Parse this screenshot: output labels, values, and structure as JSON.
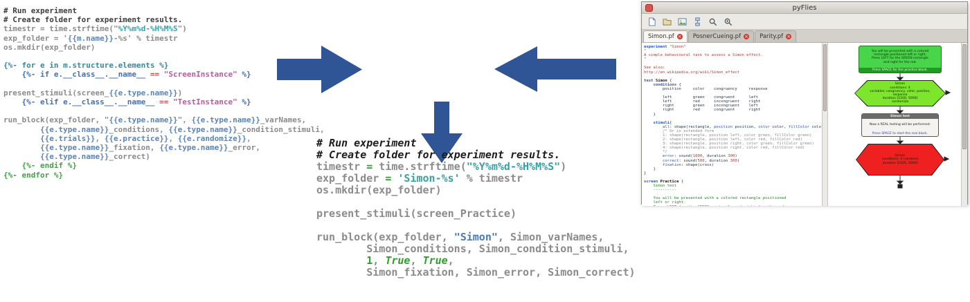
{
  "arrows": {
    "color": "#2f5597"
  },
  "left_template": {
    "lines": [
      [
        [
          "cm",
          "# Run experiment"
        ]
      ],
      [
        [
          "cm",
          "# Create folder for experiment results."
        ]
      ],
      [
        [
          "g",
          "timestr = time.strftime(\""
        ],
        [
          "tl",
          "%Y%m%d-%H%M%S"
        ],
        [
          "g",
          "\")"
        ]
      ],
      [
        [
          "g",
          "exp_folder = '"
        ],
        [
          "b",
          "{{m.name}}"
        ],
        [
          "g",
          "-%s' % timestr"
        ]
      ],
      [
        [
          "g",
          "os.mkdir(exp_folder)"
        ]
      ],
      [],
      [
        [
          "fo",
          "{%- for e in m.structure.elements %}"
        ]
      ],
      [
        [
          "st",
          "    {%- if e.__class__.__name__ "
        ],
        [
          "op",
          "=="
        ],
        [
          "st",
          " "
        ],
        [
          "s",
          "\"ScreenInstance\""
        ],
        [
          "st",
          " %}"
        ]
      ],
      [],
      [
        [
          "g",
          "present_stimuli(screen_"
        ],
        [
          "b",
          "{{e.type.name}}"
        ],
        [
          "g",
          ")"
        ]
      ],
      [
        [
          "st",
          "    {%- elif e.__class__.__name__ "
        ],
        [
          "op",
          "=="
        ],
        [
          "st",
          " "
        ],
        [
          "s",
          "\"TestInstance\""
        ],
        [
          "st",
          " %}"
        ]
      ],
      [],
      [
        [
          "g",
          "run_block(exp_folder, \""
        ],
        [
          "b",
          "{{e.type.name}}"
        ],
        [
          "g",
          "\", "
        ],
        [
          "b",
          "{{e.type.name}}"
        ],
        [
          "g",
          "_varNames,"
        ]
      ],
      [
        [
          "g",
          "        "
        ],
        [
          "b",
          "{{e.type.name}}"
        ],
        [
          "g",
          "_conditions, "
        ],
        [
          "b",
          "{{e.type.name}}"
        ],
        [
          "g",
          "_condition_stimuli,"
        ]
      ],
      [
        [
          "g",
          "        "
        ],
        [
          "b",
          "{{e.trials}}"
        ],
        [
          "g",
          ", "
        ],
        [
          "b",
          "{{e.practice}}"
        ],
        [
          "g",
          ", "
        ],
        [
          "b",
          "{{e.randomize}}"
        ],
        [
          "g",
          ","
        ]
      ],
      [
        [
          "g",
          "        "
        ],
        [
          "b",
          "{{e.type.name}}"
        ],
        [
          "g",
          "_fixation, "
        ],
        [
          "b",
          "{{e.type.name}}"
        ],
        [
          "g",
          "_error,"
        ]
      ],
      [
        [
          "g",
          "        "
        ],
        [
          "b",
          "{{e.type.name}}"
        ],
        [
          "g",
          "_correct)"
        ]
      ],
      [
        [
          "gr",
          "    {%- endif %}"
        ]
      ],
      [
        [
          "gr",
          "{%- endfor %}"
        ]
      ]
    ]
  },
  "rendered_code": {
    "lines": [
      [
        [
          "cmI",
          "# Run experiment"
        ]
      ],
      [
        [
          "cmI",
          "# Create folder for experiment results."
        ]
      ],
      [
        [
          "g",
          "timestr "
        ],
        [
          "grb",
          "="
        ],
        [
          "g",
          " time.strftime("
        ],
        [
          "tl",
          "\"%Y%m%d-%H%M%S\""
        ],
        [
          "g",
          ")"
        ]
      ],
      [
        [
          "g",
          "exp_folder "
        ],
        [
          "grb",
          "="
        ],
        [
          "g",
          " "
        ],
        [
          "tl",
          "'Simon-%s'"
        ],
        [
          "g",
          " % timestr"
        ]
      ],
      [
        [
          "g",
          "os.mkdir(exp_folder)"
        ]
      ],
      [],
      [
        [
          "g",
          "present_stimuli(screen_Practice)"
        ]
      ],
      [],
      [
        [
          "g",
          "run_block(exp_folder, "
        ],
        [
          "bb",
          "\"Simon\""
        ],
        [
          "g",
          ", Simon_varNames,"
        ]
      ],
      [
        [
          "g",
          "        Simon_conditions, Simon_condition_stimuli,"
        ]
      ],
      [
        [
          "g",
          "        "
        ],
        [
          "grb",
          "1"
        ],
        [
          "g",
          ", "
        ],
        [
          "gri",
          "True"
        ],
        [
          "g",
          ", "
        ],
        [
          "gri",
          "True"
        ],
        [
          "g",
          ","
        ]
      ],
      [
        [
          "g",
          "        Simon_fixation, Simon_error, Simon_correct)"
        ]
      ]
    ]
  },
  "app": {
    "window_title": "pyFlies",
    "toolbar_icons": [
      "new-file",
      "open-folder",
      "export-image",
      "diagram-view",
      "search",
      "zoom"
    ],
    "tabs": [
      {
        "label": "Simon.pf"
      },
      {
        "label": "PosnerCueing.pf"
      },
      {
        "label": "Parity.pf"
      }
    ],
    "editor": {
      "lines": [
        [
          [
            "kw",
            "experiment"
          ],
          [
            "pl",
            " "
          ],
          [
            "str",
            "\"Simon\""
          ]
        ],
        [
          [
            "str",
            "\""
          ]
        ],
        [
          [
            "str",
            "A simple behavioural task to assess a Simon effect."
          ]
        ],
        [
          [
            "str",
            "\""
          ]
        ],
        [],
        [
          [
            "str",
            "See also:"
          ]
        ],
        [
          [
            "str",
            "http://en.wikipedia.org/wiki/Simon_effect"
          ]
        ],
        [],
        [
          [
            "kw",
            "test"
          ],
          [
            "plb",
            " Simon"
          ],
          [
            "pl",
            " {"
          ]
        ],
        [
          [
            "pl",
            "    "
          ],
          [
            "kw",
            "conditions"
          ],
          [
            "pl",
            " {"
          ]
        ],
        [
          [
            "pl",
            "        position     color    congruency     response"
          ]
        ],
        [],
        [
          [
            "pl",
            "        left         green    congruent      left"
          ]
        ],
        [
          [
            "pl",
            "        left         red      incongruent    right"
          ]
        ],
        [
          [
            "pl",
            "        right        green    incongruent    left"
          ]
        ],
        [
          [
            "pl",
            "        right        red      congruent      right"
          ]
        ],
        [
          [
            "pl",
            "    }"
          ]
        ],
        [],
        [
          [
            "pl",
            "    "
          ],
          [
            "kw",
            "stimuli"
          ],
          [
            "pl",
            "{"
          ]
        ],
        [
          [
            "pl",
            "        "
          ],
          [
            "kw2",
            "all"
          ],
          [
            "pl",
            ": shape(rectangle, "
          ],
          [
            "kw2",
            "position"
          ],
          [
            "pl",
            " position, "
          ],
          [
            "kw2",
            "color"
          ],
          [
            "pl",
            " color, "
          ],
          [
            "kw2",
            "fillColor"
          ],
          [
            "pl",
            " color)"
          ]
        ],
        [
          [
            "cmt",
            "        /* Or in extended form"
          ]
        ],
        [
          [
            "cmt",
            "        1: shape(rectangle, position left, color green, fillColor green)"
          ]
        ],
        [
          [
            "cmt",
            "        2: shape(rectangle, position left, color red, fillColor red)"
          ]
        ],
        [
          [
            "cmt",
            "        3: shape(rectangle, position right, color green, fillColor green)"
          ]
        ],
        [
          [
            "cmt",
            "        4: shape(rectangle, position right, color red, fillColor red)"
          ]
        ],
        [
          [
            "cmt",
            "        */"
          ]
        ],
        [
          [
            "pl",
            "        "
          ],
          [
            "kw2",
            "error"
          ],
          [
            "pl",
            ": sound("
          ],
          [
            "num",
            "1000"
          ],
          [
            "pl",
            ", duration "
          ],
          [
            "num",
            "300"
          ],
          [
            "pl",
            ")"
          ]
        ],
        [
          [
            "pl",
            "        "
          ],
          [
            "kw2",
            "correct"
          ],
          [
            "pl",
            ": sound("
          ],
          [
            "num",
            "500"
          ],
          [
            "pl",
            ", duration "
          ],
          [
            "num",
            "300"
          ],
          [
            "pl",
            ")"
          ]
        ],
        [
          [
            "pl",
            "        "
          ],
          [
            "kw2",
            "fixation"
          ],
          [
            "pl",
            ": shape(cross)"
          ]
        ],
        [
          [
            "pl",
            "    }"
          ]
        ],
        [
          [
            "pl",
            "}"
          ]
        ],
        [],
        [
          [
            "kw",
            "screen"
          ],
          [
            "plb",
            " Practice"
          ],
          [
            "pl",
            " {"
          ]
        ],
        [
          [
            "grn",
            "    Simon test"
          ]
        ],
        [
          [
            "grn",
            "    ----------"
          ]
        ],
        [],
        [
          [
            "grn",
            "    You will be presented with a colored rectangle positioned"
          ]
        ],
        [
          [
            "grn",
            "    left or right."
          ]
        ],
        [
          [
            "grn",
            "    Press LEFT for the GREEN rectangle and right for the red."
          ]
        ]
      ]
    },
    "diagram": {
      "practice_screen": {
        "body": [
          "You will be presented with a colored",
          "rectangle positioned left or right.",
          "Press LEFT for the GREEN rectangle",
          "and right for the red."
        ],
        "footer": "Press SPACE for the practice block."
      },
      "practice_test": {
        "lines": [
          "Simon",
          "conditions: 4",
          "variables: congruency, color, position, response",
          "duration [1500, 5000]",
          "randomize"
        ]
      },
      "real_screen": {
        "title": "Simon test",
        "body": [
          "Now a REAL testing will be performed."
        ],
        "footer": "Press SPACE to start the real block."
      },
      "real_test": {
        "lines": [
          "Simon",
          "conditions: 4 (random)",
          "duration [1500, 5000]"
        ]
      }
    }
  }
}
